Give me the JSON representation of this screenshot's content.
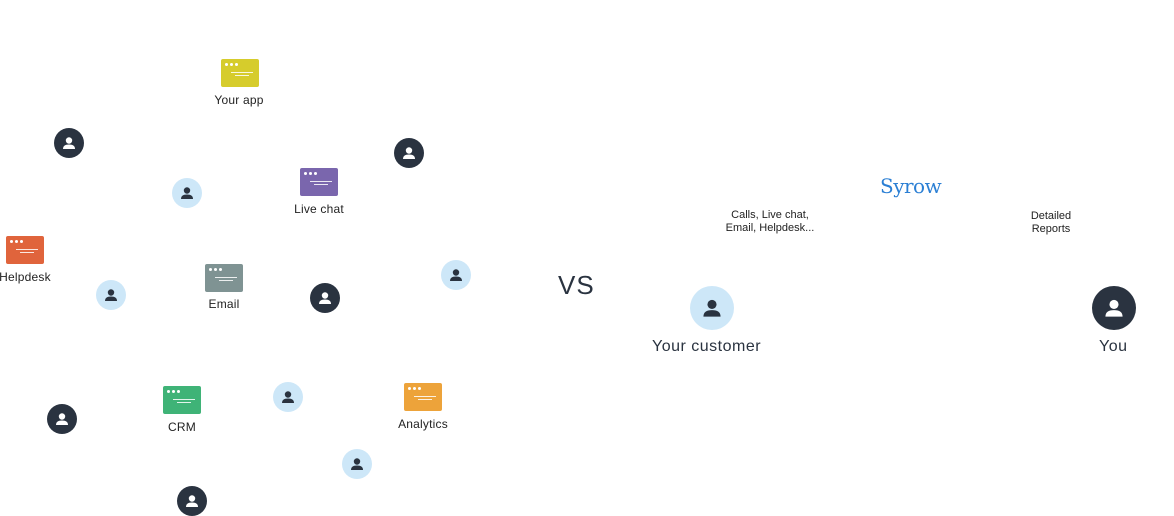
{
  "apps": [
    {
      "name": "Your app",
      "color": "#d6cc2c"
    },
    {
      "name": "Live chat",
      "color": "#7a66ad"
    },
    {
      "name": "Helpdesk",
      "color": "#e0643c"
    },
    {
      "name": "Email",
      "color": "#7f9393"
    },
    {
      "name": "CRM",
      "color": "#3fb377"
    },
    {
      "name": "Analytics",
      "color": "#eda33a"
    }
  ],
  "vs_label": "VS",
  "brand": "Syrow",
  "channels_text": "Calls, Live chat,\nEmail, Helpdesk...",
  "reports_text": "Detailed\nReports",
  "your_customer": "Your customer",
  "you": "You",
  "icons": {
    "user": "user-icon",
    "app": "app-window-icon"
  },
  "colors": {
    "dark_user": "#2a3340",
    "light_user": "#cde7f8",
    "brand": "#2b7fd4"
  }
}
